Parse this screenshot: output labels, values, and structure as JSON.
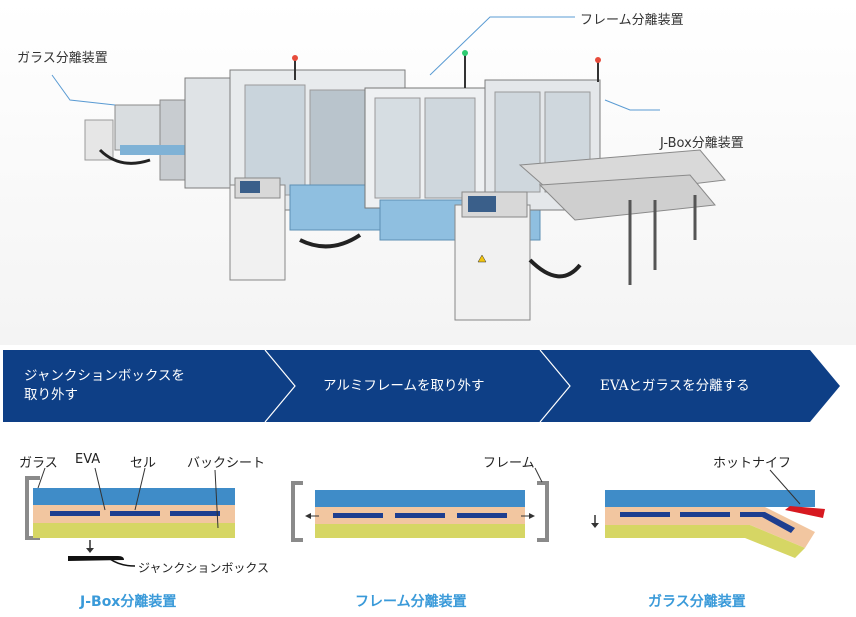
{
  "photo_labels": {
    "glass": "ガラス分離装置",
    "frame": "フレーム分離装置",
    "jbox": "J-Box分離装置"
  },
  "process": {
    "steps": [
      {
        "line1": "ジャンクションボックスを",
        "line2": "取り外す"
      },
      {
        "line1": "アルミフレームを取り外す",
        "line2": ""
      },
      {
        "line1": "EVAとガラスを分離する",
        "line2": ""
      }
    ],
    "colors": {
      "arrow_dark": "#0e3f86",
      "arrow_mid": "#164f9c"
    }
  },
  "diagram_labels": {
    "glass": "ガラス",
    "eva": "EVA",
    "cell": "セル",
    "backsheet": "バックシート",
    "frame": "フレーム",
    "hot_knife": "ホットナイフ",
    "junction_box": "ジャンクションボックス"
  },
  "captions": {
    "jbox": "J-Box分離装置",
    "frame": "フレーム分離装置",
    "glass": "ガラス分離装置"
  },
  "layer_colors": {
    "glass": "#3f8cc8",
    "eva": "#f2c6a0",
    "cell": "#1e3e8f",
    "backsheet": "#d6d664",
    "frame": "#8a8a8a",
    "knife": "#d71920",
    "caption": "#3a9ad9"
  }
}
